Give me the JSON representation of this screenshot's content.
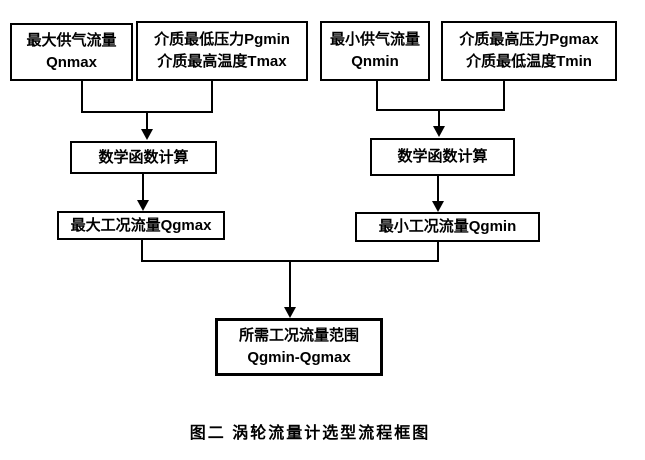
{
  "diagram": {
    "caption": "图二  涡轮流量计选型流程框图"
  },
  "nodes": {
    "qnmax": {
      "line1": "最大供气流量",
      "line2": "Qnmax"
    },
    "pgmin_tmax": {
      "line1": "介质最低压力Pgmin",
      "line2": "介质最高温度Tmax"
    },
    "qnmin": {
      "line1": "最小供气流量",
      "line2": "Qnmin"
    },
    "pgmax_tmin": {
      "line1": "介质最高压力Pgmax",
      "line2": "介质最低温度Tmin"
    },
    "math_left": {
      "line1": "数学函数计算"
    },
    "math_right": {
      "line1": "数学函数计算"
    },
    "qgmax": {
      "line1": "最大工况流量Qgmax"
    },
    "qgmin": {
      "line1": "最小工况流量Qgmin"
    },
    "result": {
      "line1": "所需工况流量范围",
      "line2": "Qgmin-Qgmax"
    }
  },
  "colors": {
    "ink": "#000000",
    "background": "#ffffff"
  }
}
